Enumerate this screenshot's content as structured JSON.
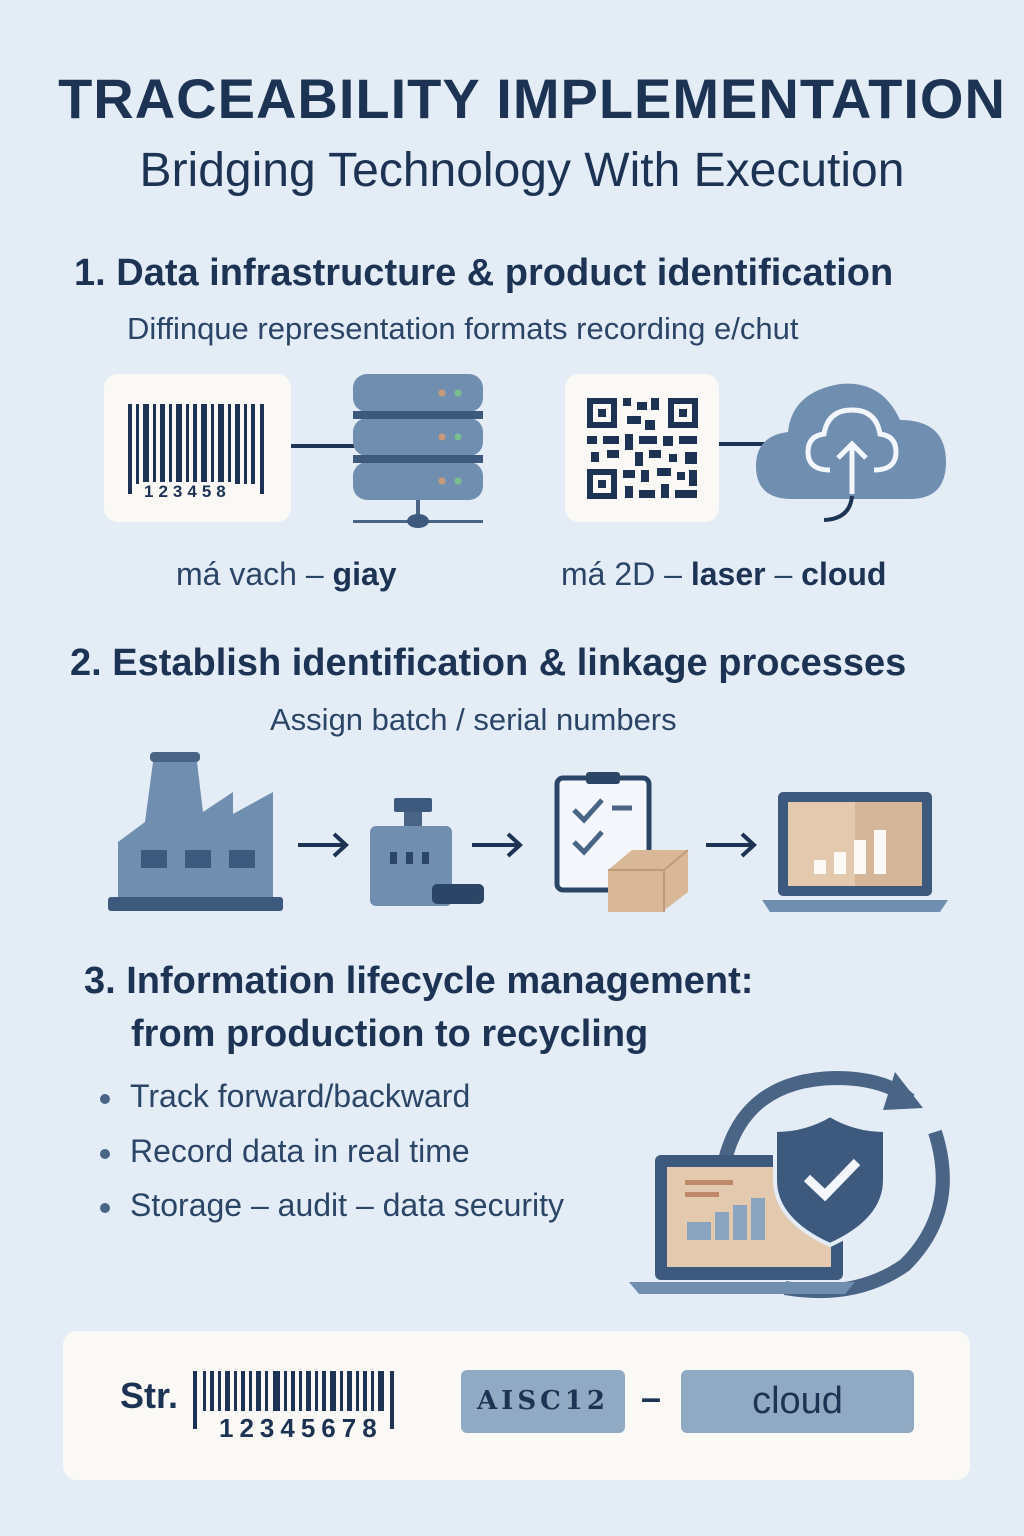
{
  "header": {
    "title": "TRACEABILITY IMPLEMENTATION",
    "subtitle": "Bridging Technology With Execution"
  },
  "section1": {
    "heading": "1. Data infrastructure & product identification",
    "subheading": "Diffinque representation formats  recording e/chut",
    "barcode_digits": "123458",
    "caption_left": {
      "normal": "má vach – ",
      "bold": "giay"
    },
    "caption_right": {
      "normal": "má 2D – ",
      "bold1": "laser",
      "sep": " – ",
      "bold2": "cloud"
    }
  },
  "section2": {
    "heading": "2. Establish identification & linkage processes",
    "subheading": "Assign batch / serial numbers"
  },
  "section3": {
    "heading_line1": "3. Information lifecycle management:",
    "heading_line2": "from production to recycling",
    "bullets": [
      "Track forward/backward",
      "Record data in real time",
      "Storage – audit – data security"
    ]
  },
  "footer": {
    "label": "Str.",
    "barcode_digits": "12345678",
    "code_box": "AISC12",
    "dash": "–",
    "cloud_box": "cloud"
  },
  "colors": {
    "background": "#e4edf6",
    "navy": "#1d3353",
    "steel": "#6f8eb0",
    "tan": "#d9b898"
  }
}
